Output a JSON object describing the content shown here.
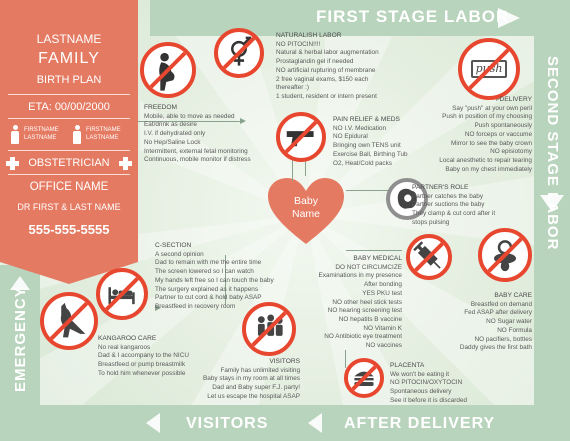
{
  "labels": {
    "first_stage": "FIRST STAGE LABOR",
    "second_stage": "SECOND STAGE LABOR",
    "after_delivery": "AFTER DELIVERY",
    "visitors": "VISITORS",
    "emergency": "EMERGENCY"
  },
  "sidebar": {
    "lastname": "LASTNAME",
    "family": "FAMILY",
    "birth_plan": "BIRTH PLAN",
    "eta": "ETA: 00/00/2000",
    "parent1": {
      "first": "FIRSTNAME",
      "last": "LASTNAME"
    },
    "parent2": {
      "first": "FIRSTNAME",
      "last": "LASTNAME"
    },
    "obstetrician": "OBSTETRICIAN",
    "office": "OFFICE NAME",
    "doctor": "DR FIRST & LAST NAME",
    "phone": "555-555-5555"
  },
  "center": {
    "line1": "Baby",
    "line2": "Name"
  },
  "colors": {
    "coral": "#e57a62",
    "band_green": "#b9d4bd",
    "prohibit_red": "#e8472f"
  },
  "sections": {
    "freedom": {
      "icon": "pregnant-woman-icon",
      "title": "FREEDOM",
      "lines": [
        "Mobile, able to move as needed",
        "Eat/drink as desire",
        "I.V. if dehydrated only",
        "No Hep/Saline Lock",
        "Intermittent, external fetal monitoring",
        "Continuous, mobile monitor if distress"
      ]
    },
    "natural": {
      "icon": "gender-symbol-icon",
      "title": "NATURALISH LABOR",
      "lines": [
        "NO PITOCIN!!!!",
        "Natural & herbal labor augmentation",
        "Prostaglandin gel if needed",
        "NO artificial rupturing of membrane",
        "2 free vaginal exams, $150 each",
        "thereafter :)",
        "1 student, resident or intern present"
      ]
    },
    "pain": {
      "icon": "gun-icon",
      "title": "PAIN RELIEF & MEDS",
      "lines": [
        "NO I.V. Medication",
        "NO Epidural",
        "Bringing own TENS unit",
        "Exercise Ball, Birthing Tub",
        "O2, Heat/Cold packs"
      ]
    },
    "delivery": {
      "icon": "push-sign-icon",
      "badge_word": "push",
      "title": "DELIVERY",
      "lines": [
        "Say \"push\" at your own peril",
        "Push in position of my choosing",
        "Push spontaneously",
        "NO forceps or vaccume",
        "Mirror to see the baby crown",
        "NO episiotomy",
        "Local anesthetic to repair tearing",
        "Baby on my chest immediately"
      ]
    },
    "partner": {
      "icon": "baseball-mitt-icon",
      "title": "PARTNER'S ROLE",
      "lines": [
        "Partner catches the baby",
        "Partner suctions the baby",
        "They clamp & cut cord after it",
        "stops pulsing"
      ]
    },
    "medical": {
      "icon": "syringe-icon",
      "title": "BABY MEDICAL",
      "lines": [
        "DO NOT CIRCUMCIZE",
        "Examinations in my presence",
        "After bonding",
        "YES PKU test",
        "NO other heel stick tests",
        "NO hearing screening test",
        "NO hepatits B vaccine",
        "NO Vitamin K",
        "NO Antibiotic eye treatment",
        "NO vaccines"
      ]
    },
    "care": {
      "icon": "pacifier-icon",
      "title": "BABY CARE",
      "lines": [
        "Breastfed on demand",
        "Fed ASAP after delivery",
        "NO Sugar water",
        "NO Formula",
        "NO pacifiers, bottles",
        "Daddy gives the first bath"
      ]
    },
    "placenta": {
      "icon": "burger-icon",
      "title": "PLACENTA",
      "lines": [
        "We won't be eating it",
        "NO PITOCIN/OXYTOCIN",
        "Spontaneous delivery",
        "See it before it is discarded"
      ]
    },
    "visitors": {
      "icon": "people-icon",
      "title": "VISITORS",
      "lines": [
        "Family has unlimited visiting",
        "Baby stays in my room at all times",
        "Dad and Baby super F.J. party!",
        "Let us escape the hospital ASAP"
      ]
    },
    "csection": {
      "icon": "hospital-bed-icon",
      "title": "C-SECTION",
      "lines": [
        "A second opinion",
        "Dad to remain with me the entire time",
        "The screen lowered so I can watch",
        "My hands left free so I can touch the baby",
        "The surgery explained as it happens",
        "Partner to cut cord & hold baby ASAP",
        "Breastfeed in recovery room"
      ]
    },
    "kangaroo": {
      "icon": "kangaroo-icon",
      "title": "KANGAROO CARE",
      "lines": [
        "No real kangaroos",
        "Dad & I accompany to the NICU",
        "Breastfeed or  pump breastmilk",
        "To hold him whenever possible"
      ]
    }
  }
}
